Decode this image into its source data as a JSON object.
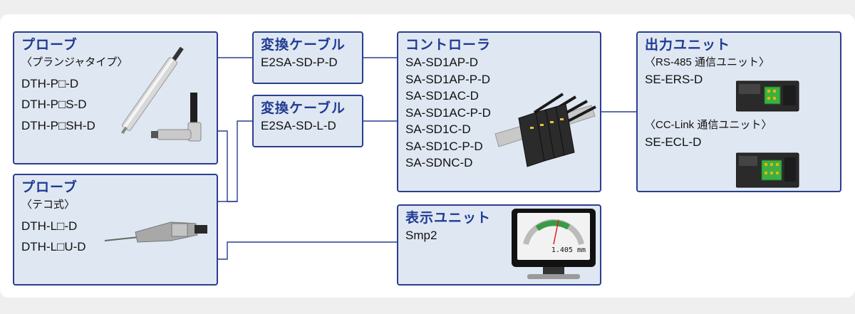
{
  "probe_plunger": {
    "title": "プローブ",
    "subtitle": "〈プランジャタイプ〉",
    "models": [
      "DTH-P□-D",
      "DTH-P□S-D",
      "DTH-P□SH-D"
    ]
  },
  "probe_lever": {
    "title": "プローブ",
    "subtitle": "〈テコ式〉",
    "models": [
      "DTH-L□-D",
      "DTH-L□U-D"
    ]
  },
  "cable_1": {
    "title": "変換ケーブル",
    "model": "E2SA-SD-P-D"
  },
  "cable_2": {
    "title": "変換ケーブル",
    "model": "E2SA-SD-L-D"
  },
  "controller": {
    "title": "コントローラ",
    "models": [
      "SA-SD1AP-D",
      "SA-SD1AP-P-D",
      "SA-SD1AC-D",
      "SA-SD1AC-P-D",
      "SA-SD1C-D",
      "SA-SD1C-P-D",
      "SA-SDNC-D"
    ]
  },
  "display_unit": {
    "title": "表示ユニット",
    "model": "Smp2",
    "screen_value": "1.405 mm"
  },
  "output_unit": {
    "title": "出力ユニット",
    "rs485_label": "〈RS-485 通信ユニット〉",
    "rs485_model": "SE-ERS-D",
    "cclink_label": "〈CC-Link 通信ユニット〉",
    "cclink_model": "SE-ECL-D"
  },
  "colors": {
    "box_fill": "#dfe7f2",
    "box_border": "#2a3f8f",
    "title_text": "#1f3a93",
    "connector": "#2a3f8f"
  }
}
